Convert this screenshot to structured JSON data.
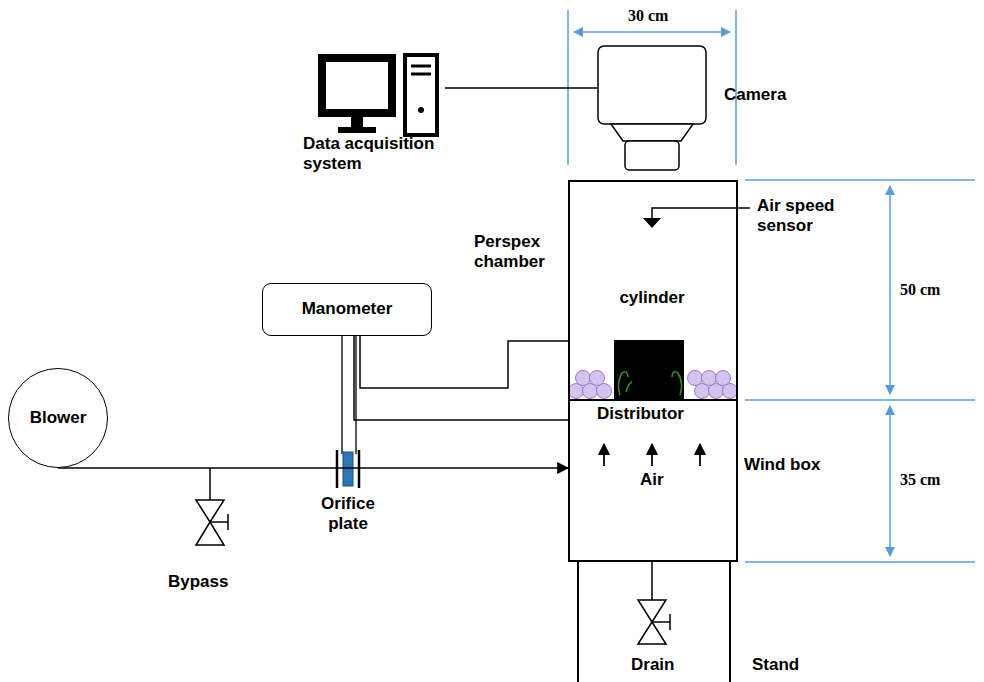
{
  "diagram": {
    "nodes": [
      {
        "text": [
          "Data acquisition system"
        ]
      },
      {
        "text": [
          "Camera"
        ]
      },
      {
        "text": [
          "Perspex chamber"
        ]
      },
      {
        "text": [
          "Manometer"
        ]
      },
      {
        "text": [
          "Blower"
        ]
      }
    ],
    "edges": [
      {
        "from": 0,
        "to": 1,
        "arrow": "none"
      },
      {
        "from": 4,
        "to": 2,
        "arrow": "to"
      },
      {
        "from": 3,
        "to": 2,
        "arrow": "none"
      },
      {
        "from": 3,
        "to": 2,
        "arrow": "none"
      }
    ],
    "labels": [
      "Air speed sensor",
      "cylinder",
      "Distributor",
      "Air",
      "Wind box",
      "30 cm",
      "50 cm",
      "35 cm",
      "Orifice plate",
      "Bypass",
      "Drain",
      "Stand"
    ]
  }
}
